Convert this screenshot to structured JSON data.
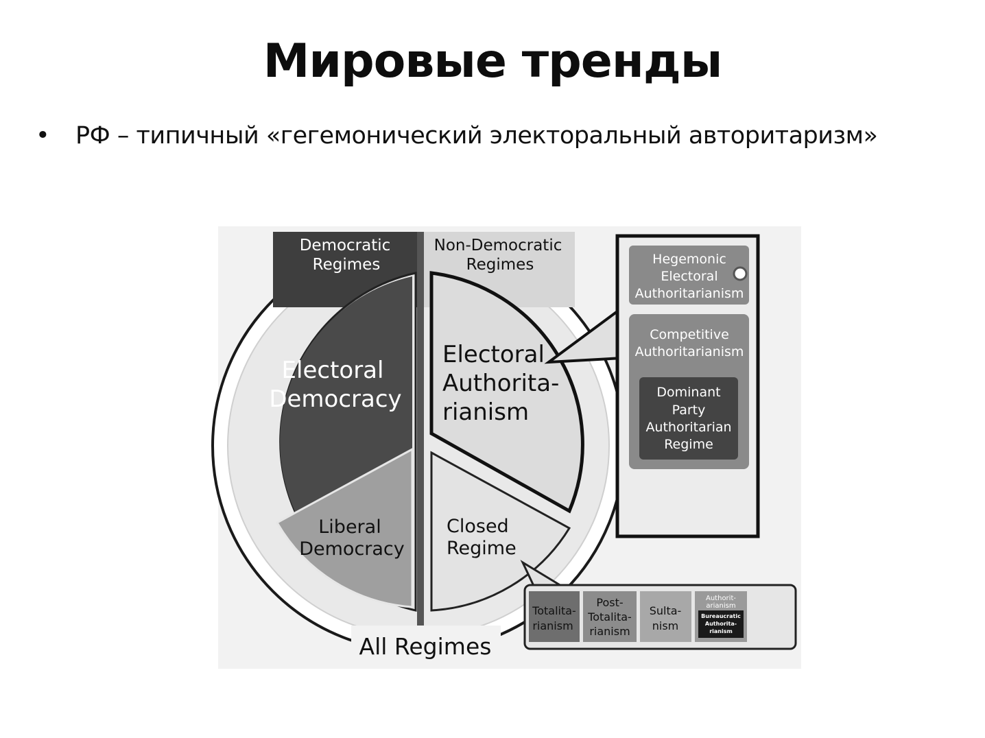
{
  "title": "Мировые тренды",
  "bullet": {
    "marker": "•",
    "text": "РФ – типичный «гегемонический электоральный авторитаризм»"
  },
  "diagram": {
    "democratic_header": [
      "Democratic",
      "Regimes"
    ],
    "non_democratic_header": [
      "Non-Democratic",
      "Regimes"
    ],
    "electoral_democracy": [
      "Electoral",
      "Democracy"
    ],
    "liberal_democracy": [
      "Liberal",
      "Democracy"
    ],
    "electoral_authoritarianism": [
      "Electoral",
      "Authorita-",
      "rianism"
    ],
    "closed_regime": [
      "Closed",
      "Regime"
    ],
    "all_regimes": "All Regimes",
    "hegemonic": [
      "Hegemonic",
      "Electoral",
      "Authoritarianism"
    ],
    "competitive": [
      "Competitive",
      "Authoritarianism"
    ],
    "dominant_party": [
      "Dominant",
      "Party",
      "Authoritarian",
      "Regime"
    ],
    "closed_types": {
      "totalitarianism": [
        "Totalita-",
        "rianism"
      ],
      "post_totalitarianism": [
        "Post-",
        "Totalita-",
        "rianism"
      ],
      "sultanism": [
        "Sulta-",
        "nism"
      ],
      "authoritarianism": [
        "Authorit-",
        "arianism"
      ],
      "bureaucratic": [
        "Bureaucratic",
        "Authorita-",
        "rianism"
      ]
    }
  }
}
